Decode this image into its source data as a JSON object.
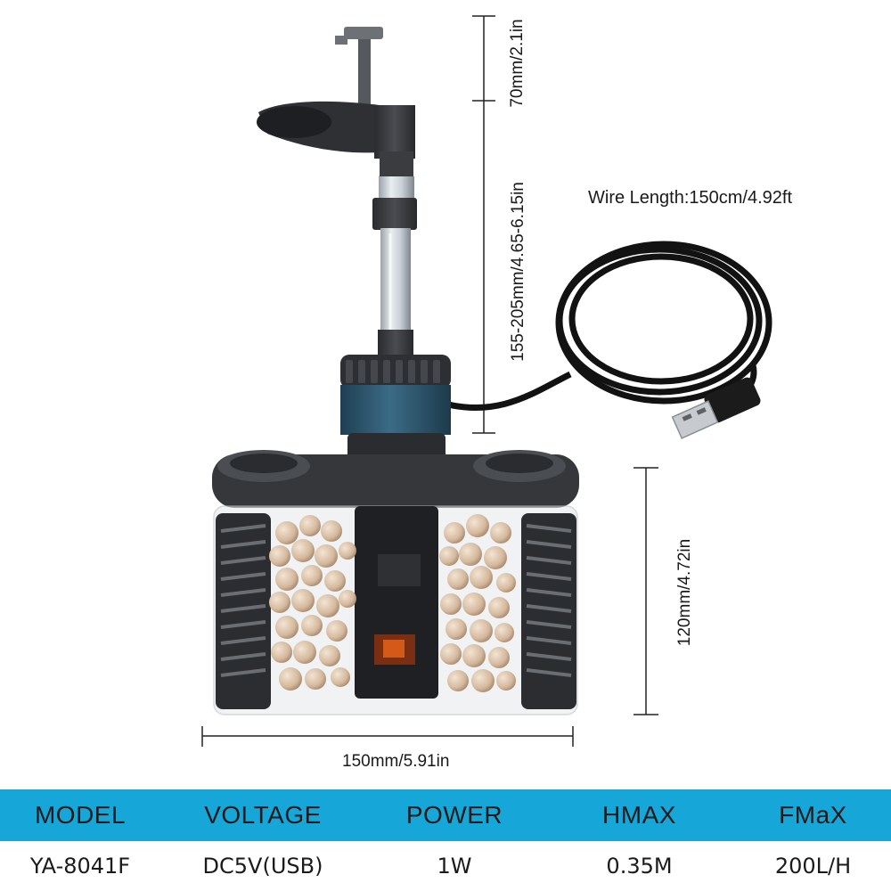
{
  "dimensions": {
    "top_height": "70mm/2.1in",
    "tube_height": "155-205mm/4.65-6.15in",
    "body_height": "120mm/4.72in",
    "width": "150mm/5.91in",
    "wire_length": "Wire Length:150cm/4.92ft"
  },
  "specs": {
    "headers": [
      "MODEL",
      "VOLTAGE",
      "POWER",
      "HMAX",
      "FMaX"
    ],
    "values": [
      "YA-8041F",
      "DC5V(USB)",
      "1W",
      "0.35M",
      "200L/H"
    ]
  },
  "colors": {
    "header_bar": "#16a6d8",
    "pump_blue": "#2f5a72",
    "housing": "#3c3e42",
    "media": "#d9c3aa"
  },
  "icons": [
    "usb-plug-icon"
  ]
}
